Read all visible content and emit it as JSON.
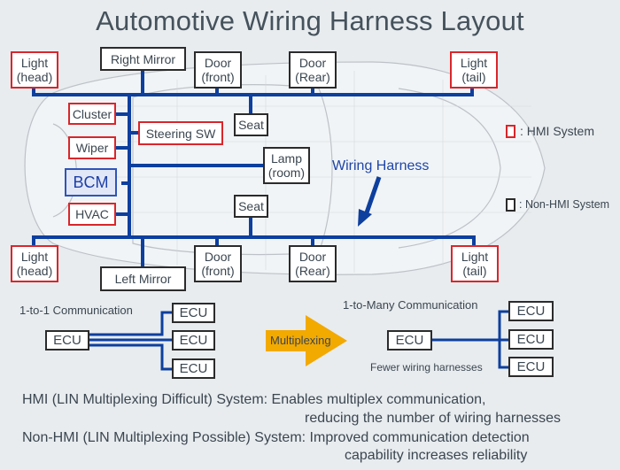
{
  "title": "Automotive Wiring Harness Layout",
  "colors": {
    "harness": "#0d3f9e",
    "hmi_border": "#d9262b",
    "non_hmi_border": "#2b2b2b",
    "bcm_fill": "#e2e7f7",
    "multiplex_arrow": "#f2a900",
    "background": "#e8ecef"
  },
  "layout_diagram": {
    "components": [
      {
        "id": "light-head-top",
        "label_line1": "Light",
        "label_line2": "(head)",
        "type": "hmi"
      },
      {
        "id": "right-mirror",
        "label_line1": "Right Mirror",
        "label_line2": "",
        "type": "non-hmi"
      },
      {
        "id": "door-front-top",
        "label_line1": "Door",
        "label_line2": "(front)",
        "type": "non-hmi"
      },
      {
        "id": "door-rear-top",
        "label_line1": "Door",
        "label_line2": "(Rear)",
        "type": "non-hmi"
      },
      {
        "id": "light-tail-top",
        "label_line1": "Light",
        "label_line2": "(tail)",
        "type": "hmi"
      },
      {
        "id": "cluster",
        "label_line1": "Cluster",
        "label_line2": "",
        "type": "hmi"
      },
      {
        "id": "steering-sw",
        "label_line1": "Steering SW",
        "label_line2": "",
        "type": "hmi"
      },
      {
        "id": "seat-top",
        "label_line1": "Seat",
        "label_line2": "",
        "type": "non-hmi"
      },
      {
        "id": "wiper",
        "label_line1": "Wiper",
        "label_line2": "",
        "type": "hmi"
      },
      {
        "id": "lamp-room",
        "label_line1": "Lamp",
        "label_line2": "(room)",
        "type": "non-hmi"
      },
      {
        "id": "bcm",
        "label_line1": "BCM",
        "label_line2": "",
        "type": "bcm"
      },
      {
        "id": "seat-bottom",
        "label_line1": "Seat",
        "label_line2": "",
        "type": "non-hmi"
      },
      {
        "id": "hvac",
        "label_line1": "HVAC",
        "label_line2": "",
        "type": "hmi"
      },
      {
        "id": "light-head-bottom",
        "label_line1": "Light",
        "label_line2": "(head)",
        "type": "hmi"
      },
      {
        "id": "left-mirror",
        "label_line1": "Left Mirror",
        "label_line2": "",
        "type": "non-hmi"
      },
      {
        "id": "door-front-bottom",
        "label_line1": "Door",
        "label_line2": "(front)",
        "type": "non-hmi"
      },
      {
        "id": "door-rear-bottom",
        "label_line1": "Door",
        "label_line2": "(Rear)",
        "type": "non-hmi"
      },
      {
        "id": "light-tail-bottom",
        "label_line1": "Light",
        "label_line2": "(tail)",
        "type": "hmi"
      }
    ],
    "wiring_harness_label": "Wiring Harness"
  },
  "legend": {
    "hmi": ": HMI System",
    "non_hmi": ": Non-HMI System"
  },
  "communication": {
    "one_to_one": {
      "label": "1-to-1 Communication",
      "source": "ECU",
      "targets": [
        "ECU",
        "ECU",
        "ECU"
      ]
    },
    "arrow_label": "Multiplexing",
    "one_to_many": {
      "label": "1-to-Many Communication",
      "source": "ECU",
      "targets": [
        "ECU",
        "ECU",
        "ECU"
      ],
      "caption": "Fewer wiring harnesses"
    }
  },
  "notes": [
    {
      "line1": "HMI (LIN Multiplexing Difficult) System: Enables multiplex communication,",
      "line2": "reducing the number of wiring harnesses"
    },
    {
      "line1": "Non-HMI (LIN Multiplexing Possible) System: Improved communication detection",
      "line2": "capability increases reliability"
    }
  ]
}
